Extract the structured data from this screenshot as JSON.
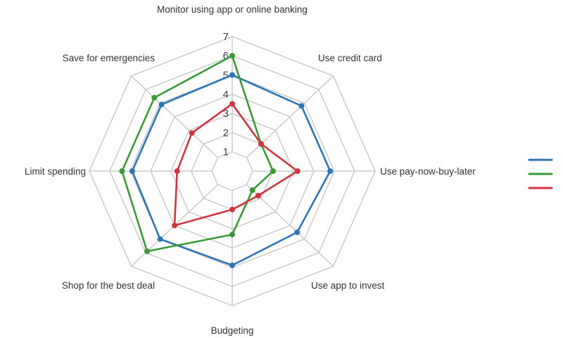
{
  "chart_data": {
    "type": "radar",
    "title": "",
    "axes": [
      "Monitor using app or online banking",
      "Use credit card",
      "Use pay-now-buy-later",
      "Use app to invest",
      "Budgeting",
      "Shop for the best deal",
      "Limit spending",
      "Save for emergencies"
    ],
    "radial_ticks": [
      1,
      2,
      3,
      4,
      5,
      6,
      7
    ],
    "rlim": [
      0,
      7
    ],
    "grid": true,
    "legend_position": "right",
    "series": [
      {
        "name": "",
        "color": "#2e75b6",
        "values": [
          5,
          4.8,
          4.8,
          4.5,
          4.9,
          5,
          4.9,
          4.9
        ]
      },
      {
        "name": "",
        "color": "#3a9a3a",
        "values": [
          6,
          2,
          2,
          1.4,
          3.3,
          5.9,
          5.4,
          5.4
        ]
      },
      {
        "name": "",
        "color": "#d0343f",
        "values": [
          3.5,
          2,
          3.2,
          1.8,
          2,
          4,
          2.7,
          2.8
        ]
      }
    ]
  },
  "labels": {
    "axis_0": "Monitor using app or online banking",
    "axis_1": "Use credit card",
    "axis_2": "Use pay-now-buy-later",
    "axis_3": "Use app to invest",
    "axis_4": "Budgeting",
    "axis_5": "Shop for the best deal",
    "axis_6": "Limit spending",
    "axis_7": "Save for emergencies"
  }
}
